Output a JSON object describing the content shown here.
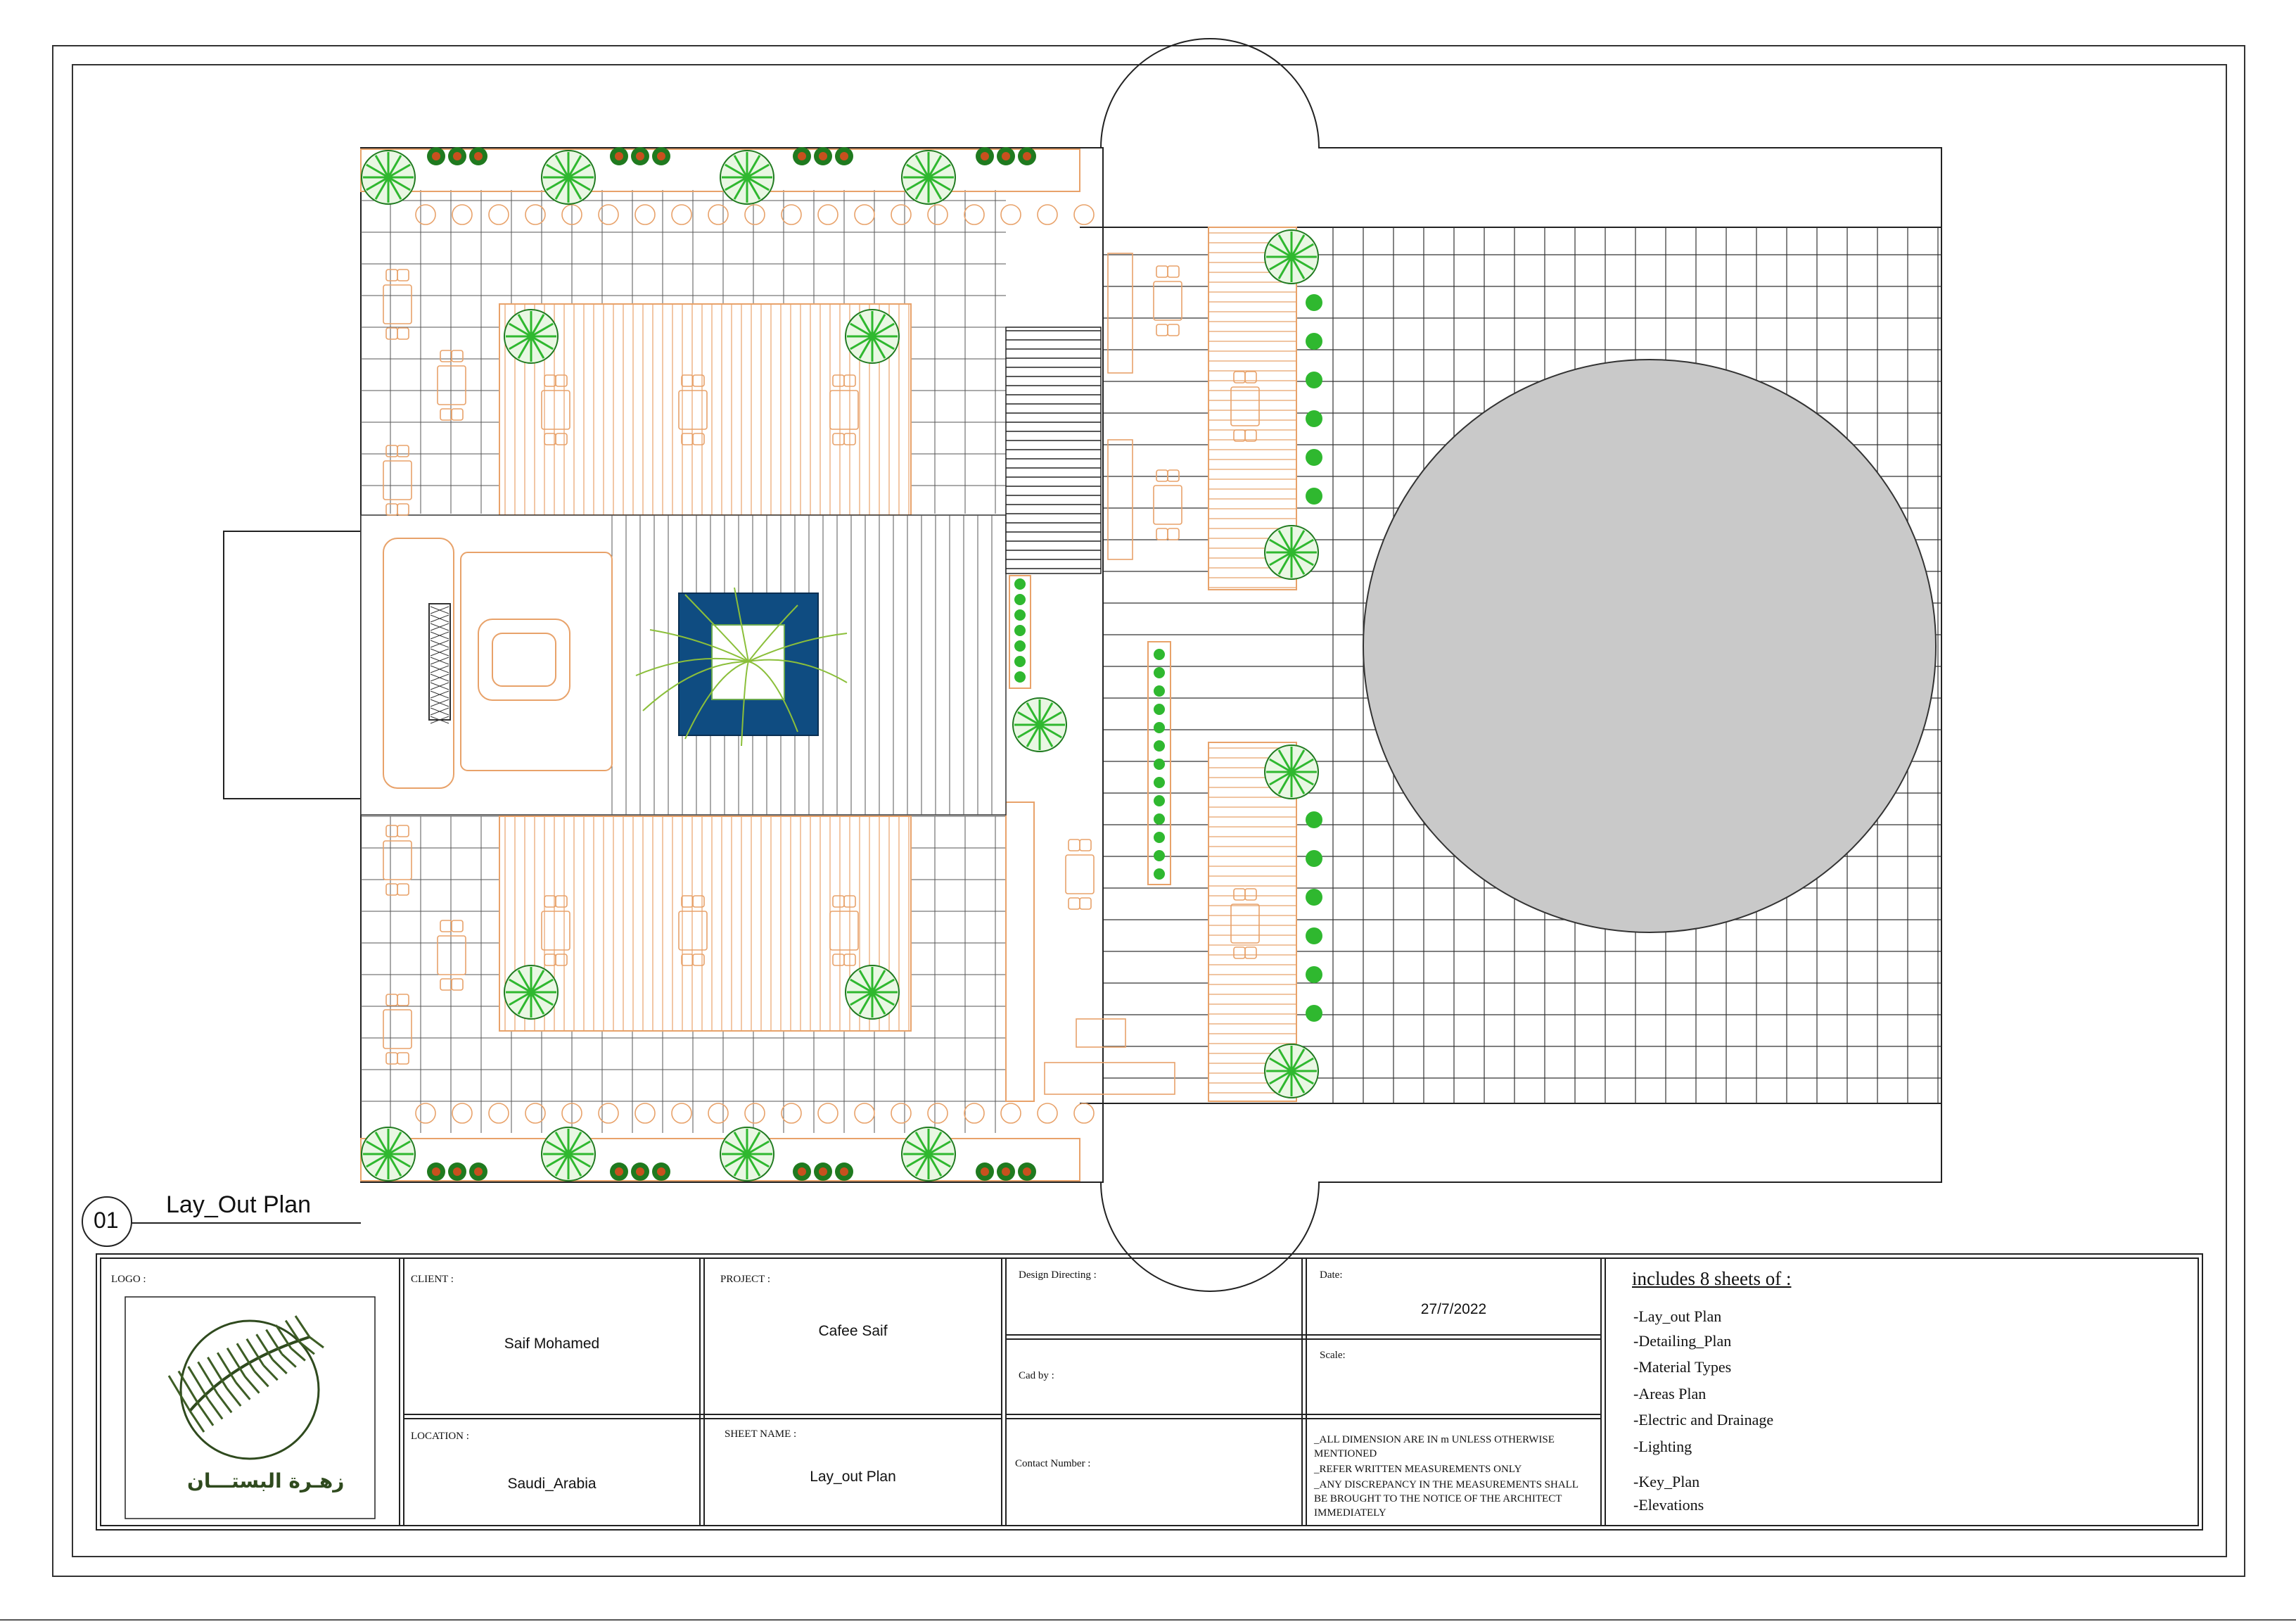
{
  "drawing": {
    "view_number": "01",
    "view_title": "Lay_Out Plan",
    "colors": {
      "line": "#222222",
      "timber": "#e8a26a",
      "plant": "#2fb82f",
      "plant_dark": "#1f7a1f",
      "flower": "#c8501e",
      "pool": "#0f4c81",
      "pool_inner": "#ffffff",
      "fountain": "#c9c9c9"
    }
  },
  "title_block": {
    "logo_label": "LOGO :",
    "logo_text": "زهـرة البستـــان",
    "client_label": "CLIENT :",
    "client_value": "Saif Mohamed",
    "location_label": "LOCATION :",
    "location_value": "Saudi_Arabia",
    "project_label": "PROJECT :",
    "project_value": "Cafee Saif",
    "sheet_name_label": "SHEET NAME :",
    "sheet_name_value": "Lay_out Plan",
    "design_directing_label": "Design Directing :",
    "cad_by_label": "Cad by :",
    "contact_number_label": "Contact Number :",
    "date_label": "Date:",
    "date_value": "27/7/2022",
    "scale_label": "Scale:",
    "notes": [
      "_ALL DIMENSION ARE IN m UNLESS OTHERWISE",
      "  MENTIONED",
      "_REFER WRITTEN MEASUREMENTS ONLY",
      "_ANY DISCREPANCY IN THE MEASUREMENTS SHALL",
      " BE BROUGHT TO THE NOTICE OF THE ARCHITECT",
      " IMMEDIATELY"
    ],
    "sheets_title": "includes 8 sheets of :",
    "sheets": [
      "-Lay_out Plan",
      "-Detailing_Plan",
      "-Material Types",
      "-Areas Plan",
      "-Electric and Drainage",
      "-Lighting",
      "-Key_Plan",
      "-Elevations"
    ]
  }
}
